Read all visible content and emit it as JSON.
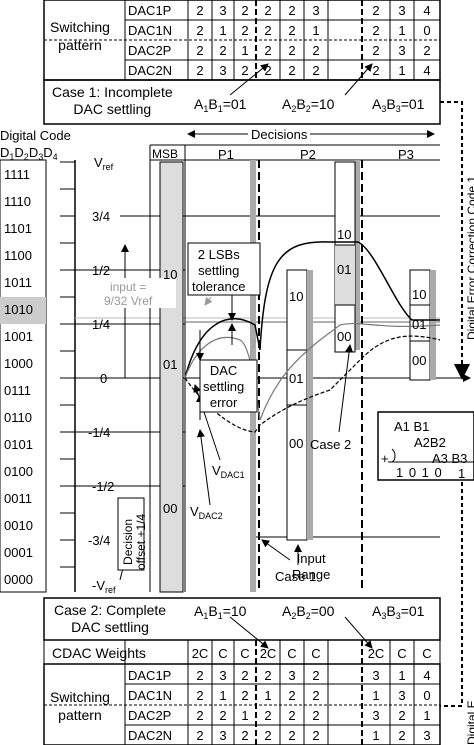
{
  "top_table": {
    "group_label": "Switching\npattern",
    "rows": [
      {
        "name": "DAC1P",
        "vals": [
          "2",
          "3",
          "2",
          "2",
          "2",
          "3",
          "2",
          "3",
          "4"
        ]
      },
      {
        "name": "DAC1N",
        "vals": [
          "2",
          "1",
          "2",
          "2",
          "2",
          "1",
          "2",
          "1",
          "0"
        ]
      },
      {
        "name": "DAC2P",
        "vals": [
          "2",
          "2",
          "1",
          "2",
          "2",
          "2",
          "2",
          "3",
          "2"
        ]
      },
      {
        "name": "DAC2N",
        "vals": [
          "2",
          "3",
          "2",
          "2",
          "2",
          "2",
          "2",
          "1",
          "4"
        ]
      }
    ]
  },
  "case1": {
    "label": "Case 1: Incomplete\nDAC settling",
    "a1b1": "=01",
    "a2b2": "=10",
    "a3b3": "=01"
  },
  "axis": {
    "digital_code_title": "Digital Code",
    "d_title": "D1D2D3D4",
    "codes": [
      "1111",
      "1110",
      "1101",
      "1100",
      "1011",
      "1010",
      "1001",
      "1000",
      "0111",
      "0110",
      "0101",
      "0100",
      "0011",
      "0010",
      "0001",
      "0000"
    ],
    "v_labels": [
      "Vref",
      "3/4",
      "1/2",
      "1/4",
      "0",
      "-1/4",
      "-1/2",
      "-3/4",
      "-Vref"
    ]
  },
  "decisions": "Decisions",
  "phases": {
    "msb": "MSB",
    "p1": "P1",
    "p2": "P2",
    "p3": "P3"
  },
  "annotations": {
    "lsb_tolerance": "2 LSBs\nsettling\ntolerance",
    "input": "input =\n9/32 Vref",
    "dac_error": "DAC\nsettling\nerror",
    "vdac1": "VDAC1",
    "vdac2": "VDAC2",
    "decision_offset": "Decision\noffset +1/4",
    "case1": "Case 1",
    "case2": "Case 2",
    "input_range": "Input\nRange"
  },
  "box_labels": {
    "msb_hi": "10",
    "msb_mid": "01",
    "msb_lo": "00",
    "p2_hi": "10",
    "p2_mid": "01",
    "p2_lo": "00",
    "p2b_hi": "10",
    "p2b_mid": "01",
    "p2b_lo": "00",
    "p3_hi": "10",
    "p3_mid": "01",
    "p3_lo": "00"
  },
  "adder": {
    "a1b1": "A1 B1",
    "a2b2": "A2B2",
    "a3b3": "A3 B3",
    "one": "1",
    "plus": "+",
    "result": "1 0 1 0"
  },
  "case2": {
    "label": "Case 2: Complete\nDAC settling",
    "a1b1": "=10",
    "a2b2": "=00",
    "a3b3": "=01"
  },
  "bottom_table": {
    "weights_label": "CDAC Weights",
    "weights": [
      "2C",
      "C",
      "C",
      "2C",
      "C",
      "C",
      "2C",
      "C",
      "C"
    ],
    "group_label": "Switching\npattern",
    "rows": [
      {
        "name": "DAC1P",
        "vals": [
          "2",
          "3",
          "2",
          "2",
          "3",
          "2",
          "3",
          "1",
          "4"
        ]
      },
      {
        "name": "DAC1N",
        "vals": [
          "2",
          "1",
          "2",
          "1",
          "2",
          "2",
          "1",
          "3",
          "0"
        ]
      },
      {
        "name": "DAC2P",
        "vals": [
          "2",
          "2",
          "1",
          "2",
          "2",
          "2",
          "3",
          "2",
          "1"
        ]
      },
      {
        "name": "DAC2N",
        "vals": [
          "2",
          "3",
          "2",
          "2",
          "2",
          "2",
          "1",
          "2",
          "3"
        ]
      }
    ]
  },
  "side_labels": {
    "right_top": "Digital Error Correction Code 1",
    "right_bottom": "Digital E"
  }
}
